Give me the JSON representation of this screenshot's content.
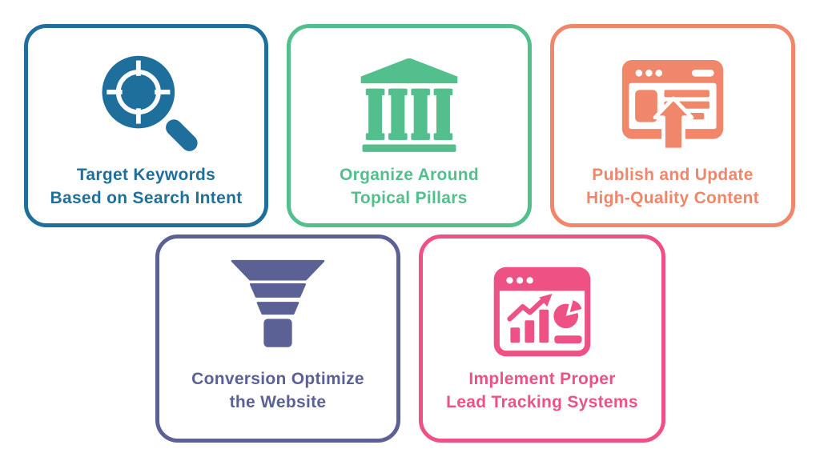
{
  "page": {
    "background_color": "#ffffff",
    "layout": "five-card infographic, 3 cards top row, 2 cards bottom row"
  },
  "cards": [
    {
      "id": "target-keywords",
      "color": "#1F6F9C",
      "icon": "search-target-icon",
      "line1": "Target Keywords",
      "line2": "Based on Search Intent"
    },
    {
      "id": "topical-pillars",
      "color": "#52BF8C",
      "icon": "pillars-icon",
      "line1": "Organize Around",
      "line2": "Topical Pillars"
    },
    {
      "id": "publish-content",
      "color": "#F0866A",
      "icon": "browser-upload-icon",
      "line1": "Publish and Update",
      "line2": "High-Quality Content"
    },
    {
      "id": "conversion-optimize",
      "color": "#5C6195",
      "icon": "funnel-icon",
      "line1": "Conversion Optimize",
      "line2": "the Website"
    },
    {
      "id": "lead-tracking",
      "color": "#EE5183",
      "icon": "dashboard-analytics-icon",
      "line1": "Implement Proper",
      "line2": "Lead Tracking Systems"
    }
  ]
}
